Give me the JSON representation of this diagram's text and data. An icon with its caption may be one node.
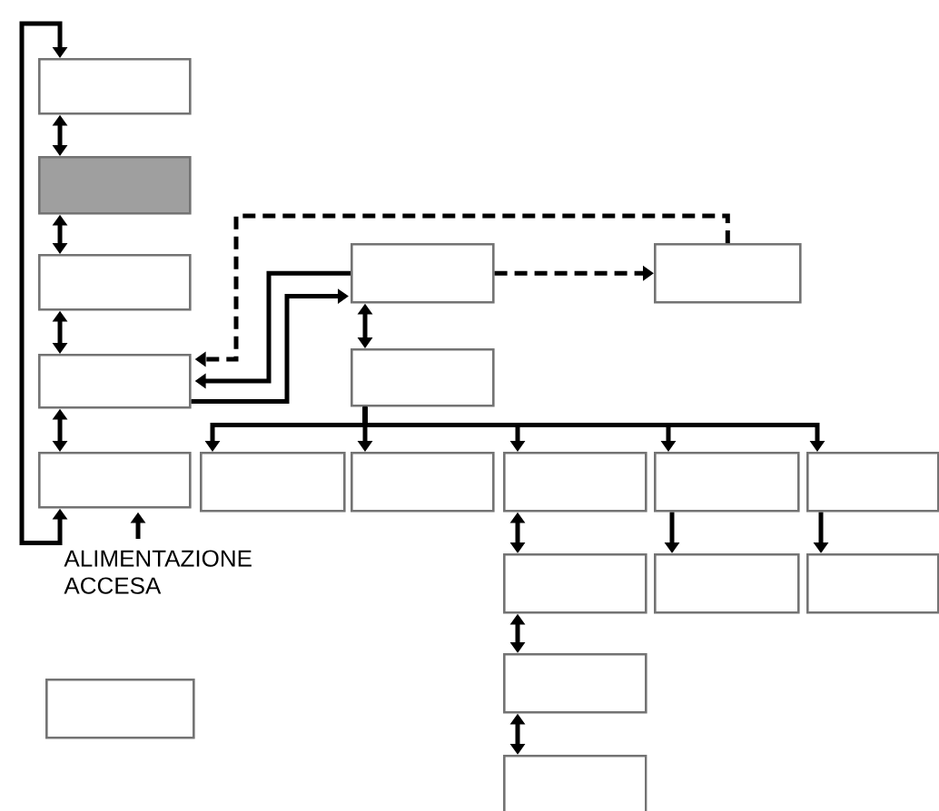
{
  "diagram": {
    "nodes": [
      {
        "text": [],
        "shape": "box"
      },
      {
        "text": [],
        "shape": "box"
      },
      {
        "text": [],
        "shape": "box"
      },
      {
        "text": [],
        "shape": "box"
      },
      {
        "text": [],
        "shape": "box"
      },
      {
        "text": [],
        "shape": "box"
      },
      {
        "text": [],
        "shape": "box"
      },
      {
        "text": [],
        "shape": "box"
      },
      {
        "text": [],
        "shape": "box"
      },
      {
        "text": [],
        "shape": "box"
      },
      {
        "text": [],
        "shape": "box"
      },
      {
        "text": [],
        "shape": "box"
      },
      {
        "text": [],
        "shape": "box"
      },
      {
        "text": [],
        "shape": "box"
      },
      {
        "text": [],
        "shape": "box"
      },
      {
        "text": [],
        "shape": "box"
      },
      {
        "text": [],
        "shape": "box"
      },
      {
        "text": [],
        "shape": "box"
      },
      {
        "text": [],
        "shape": "box"
      },
      {
        "text": [
          "ALIMENTAZIONE ACCESA"
        ]
      }
    ],
    "edges": [
      {
        "from": 4,
        "to": 0,
        "arrow": "both"
      },
      {
        "from": 0,
        "to": 1,
        "arrow": "both"
      },
      {
        "from": 1,
        "to": 2,
        "arrow": "both"
      },
      {
        "from": 2,
        "to": 3,
        "arrow": "both"
      },
      {
        "from": 3,
        "to": 4,
        "arrow": "both"
      },
      {
        "from": 5,
        "to": 6,
        "arrow": "both"
      },
      {
        "from": 7,
        "to": 3,
        "arrow": "to",
        "style": "dashed"
      },
      {
        "from": 5,
        "to": 7,
        "arrow": "to",
        "style": "dashed"
      },
      {
        "from": 5,
        "to": 3,
        "arrow": "to"
      },
      {
        "from": 3,
        "to": 5,
        "arrow": "to"
      },
      {
        "from": 6,
        "to": 8,
        "arrow": "to"
      },
      {
        "from": 6,
        "to": 9,
        "arrow": "to"
      },
      {
        "from": 6,
        "to": 10,
        "arrow": "to"
      },
      {
        "from": 6,
        "to": 11,
        "arrow": "to"
      },
      {
        "from": 6,
        "to": 12,
        "arrow": "to"
      },
      {
        "from": 10,
        "to": 13,
        "arrow": "both"
      },
      {
        "from": 13,
        "to": 16,
        "arrow": "both"
      },
      {
        "from": 16,
        "to": 17,
        "arrow": "both"
      },
      {
        "from": 11,
        "to": 14,
        "arrow": "to"
      },
      {
        "from": 12,
        "to": 15,
        "arrow": "to"
      },
      {
        "from": 19,
        "to": 4,
        "arrow": "to"
      }
    ]
  }
}
